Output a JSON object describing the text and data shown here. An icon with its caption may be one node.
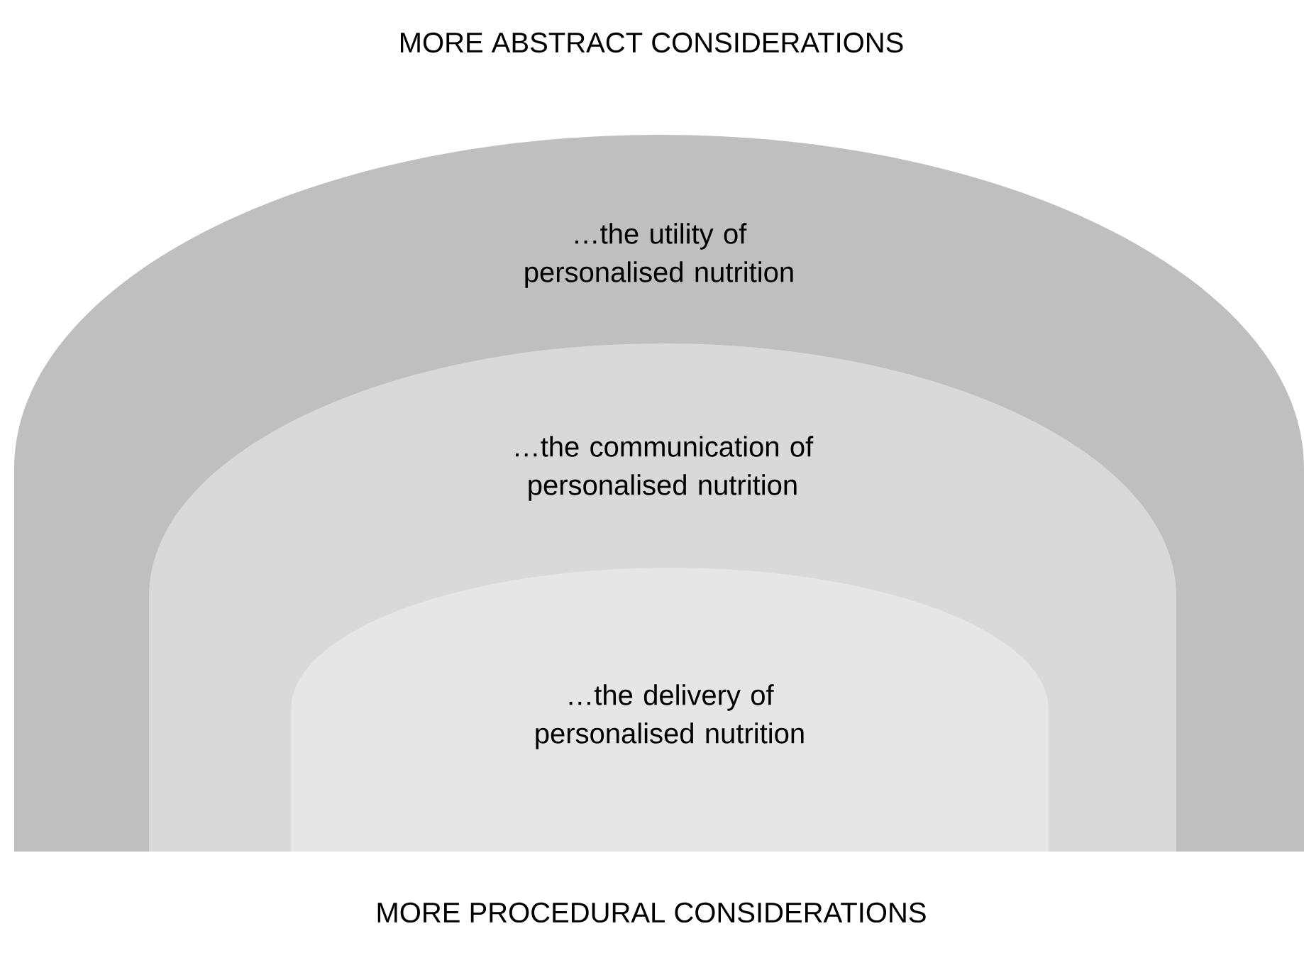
{
  "diagram": {
    "nodes": [
      {
        "text": [
          "…the utility of personalised nutrition"
        ]
      },
      {
        "text": [
          "…the communication of personalised nutrition"
        ],
        "in": 0
      },
      {
        "text": [
          "…the delivery of personalised nutrition"
        ],
        "in": 1
      }
    ],
    "labels": [
      "MORE ABSTRACT CONSIDERATIONS",
      "MORE PROCEDURAL CONSIDERATIONS"
    ]
  }
}
